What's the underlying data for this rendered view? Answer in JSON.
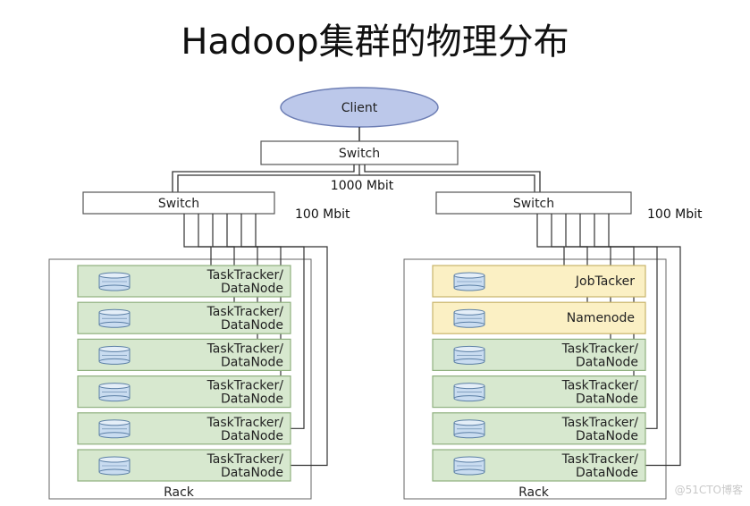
{
  "title": "Hadoop集群的物理分布",
  "client_label": "Client",
  "core_switch_label": "Switch",
  "uplink_speed": "1000 Mbit",
  "rack_switch_label": "Switch",
  "rack_link_speed": "100 Mbit",
  "rack_label": "Rack",
  "left_rack": {
    "nodes": [
      {
        "line1": "TaskTracker/",
        "line2": "DataNode",
        "role": "worker"
      },
      {
        "line1": "TaskTracker/",
        "line2": "DataNode",
        "role": "worker"
      },
      {
        "line1": "TaskTracker/",
        "line2": "DataNode",
        "role": "worker"
      },
      {
        "line1": "TaskTracker/",
        "line2": "DataNode",
        "role": "worker"
      },
      {
        "line1": "TaskTracker/",
        "line2": "DataNode",
        "role": "worker"
      },
      {
        "line1": "TaskTracker/",
        "line2": "DataNode",
        "role": "worker"
      }
    ]
  },
  "right_rack": {
    "nodes": [
      {
        "line1": "JobTacker",
        "line2": "",
        "role": "master"
      },
      {
        "line1": "Namenode",
        "line2": "",
        "role": "master"
      },
      {
        "line1": "TaskTracker/",
        "line2": "DataNode",
        "role": "worker"
      },
      {
        "line1": "TaskTracker/",
        "line2": "DataNode",
        "role": "worker"
      },
      {
        "line1": "TaskTracker/",
        "line2": "DataNode",
        "role": "worker"
      },
      {
        "line1": "TaskTracker/",
        "line2": "DataNode",
        "role": "worker"
      }
    ]
  },
  "colors": {
    "worker_fill": "#d7e8cf",
    "worker_stroke": "#8fb07f",
    "master_fill": "#fbf0c4",
    "master_stroke": "#c9b46a",
    "client_fill": "#bcc8ea",
    "client_stroke": "#6d7eb4",
    "disk_fill": "#c9dcf0",
    "disk_stroke": "#5b7fa5",
    "line": "#333333"
  },
  "watermark": "@51CTO博客"
}
